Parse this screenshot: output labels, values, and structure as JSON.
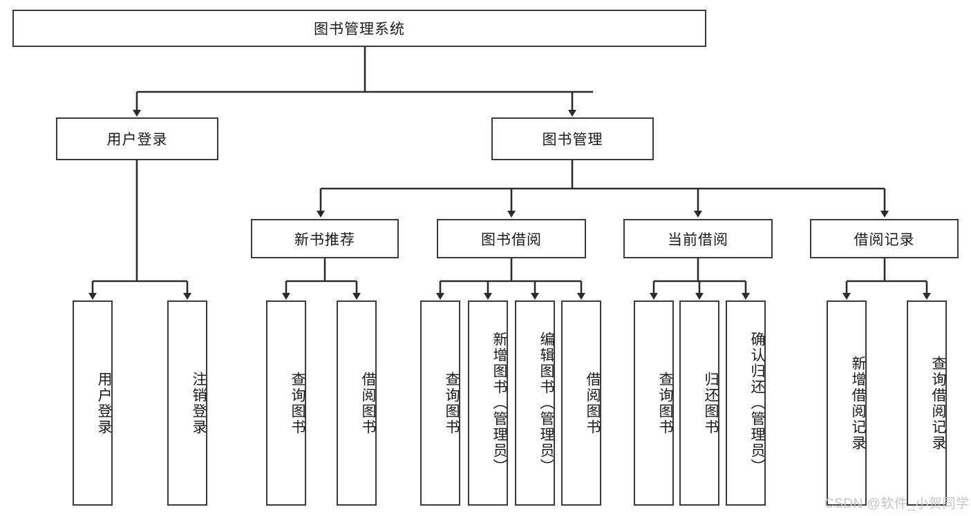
{
  "diagram": {
    "title": "图书管理系统",
    "type": "hierarchy-tree",
    "colors": {
      "box_border": "#3a3a3a",
      "box_fill": "#ffffff",
      "edge": "#2b2b2b",
      "text": "#1a1a1a",
      "watermark": "#c6c6c6"
    },
    "root": {
      "label": "图书管理系统"
    },
    "level2": [
      {
        "label": "用户登录"
      },
      {
        "label": "图书管理"
      }
    ],
    "level3": [
      {
        "label": "新书推荐"
      },
      {
        "label": "图书借阅"
      },
      {
        "label": "当前借阅"
      },
      {
        "label": "借阅记录"
      }
    ],
    "leaves": {
      "user_login": [
        {
          "label": "用户登录"
        },
        {
          "label": "注销登录"
        }
      ],
      "new_book_recommend": [
        {
          "label": "查询图书"
        },
        {
          "label": "借阅图书"
        }
      ],
      "book_borrow": [
        {
          "label": "查询图书"
        },
        {
          "label": "新增图书（管理员）"
        },
        {
          "label": "编辑图书（管理员）"
        },
        {
          "label": "借阅图书"
        }
      ],
      "current_borrow": [
        {
          "label": "查询图书"
        },
        {
          "label": "归还图书"
        },
        {
          "label": "确认归还（管理员）"
        }
      ],
      "borrow_record": [
        {
          "label": "新增借阅记录"
        },
        {
          "label": "查询借阅记录"
        }
      ]
    }
  },
  "watermark": {
    "text": "CSDN @软件_小贺同学"
  }
}
